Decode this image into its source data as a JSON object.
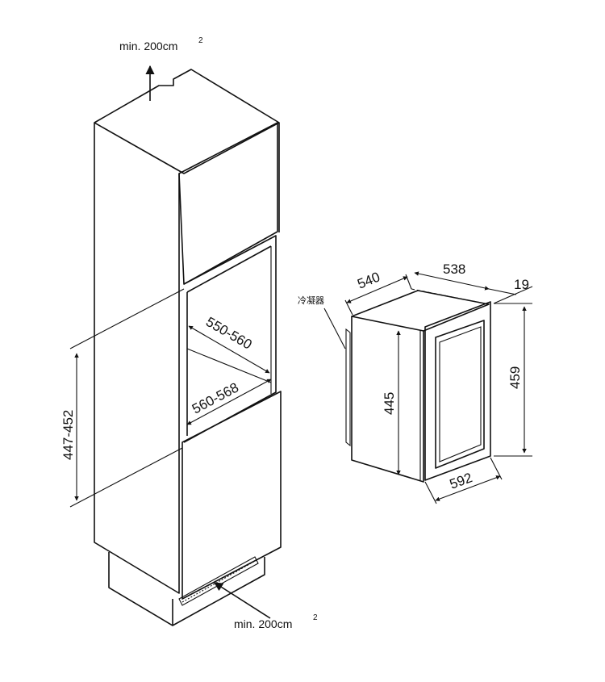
{
  "column": {
    "vent_top_label": "min. 200cm",
    "vent_top_sup": "2",
    "vent_bottom_label": "min. 200cm",
    "vent_bottom_sup": "2",
    "niche_depth": "550-560",
    "niche_width": "560-568",
    "niche_height": "447-452"
  },
  "appliance": {
    "depth": "540",
    "width_top": "538",
    "door_thickness": "19",
    "height_total": "459",
    "height_body": "445",
    "width_front": "592",
    "condenser_label": "冷凝器"
  }
}
